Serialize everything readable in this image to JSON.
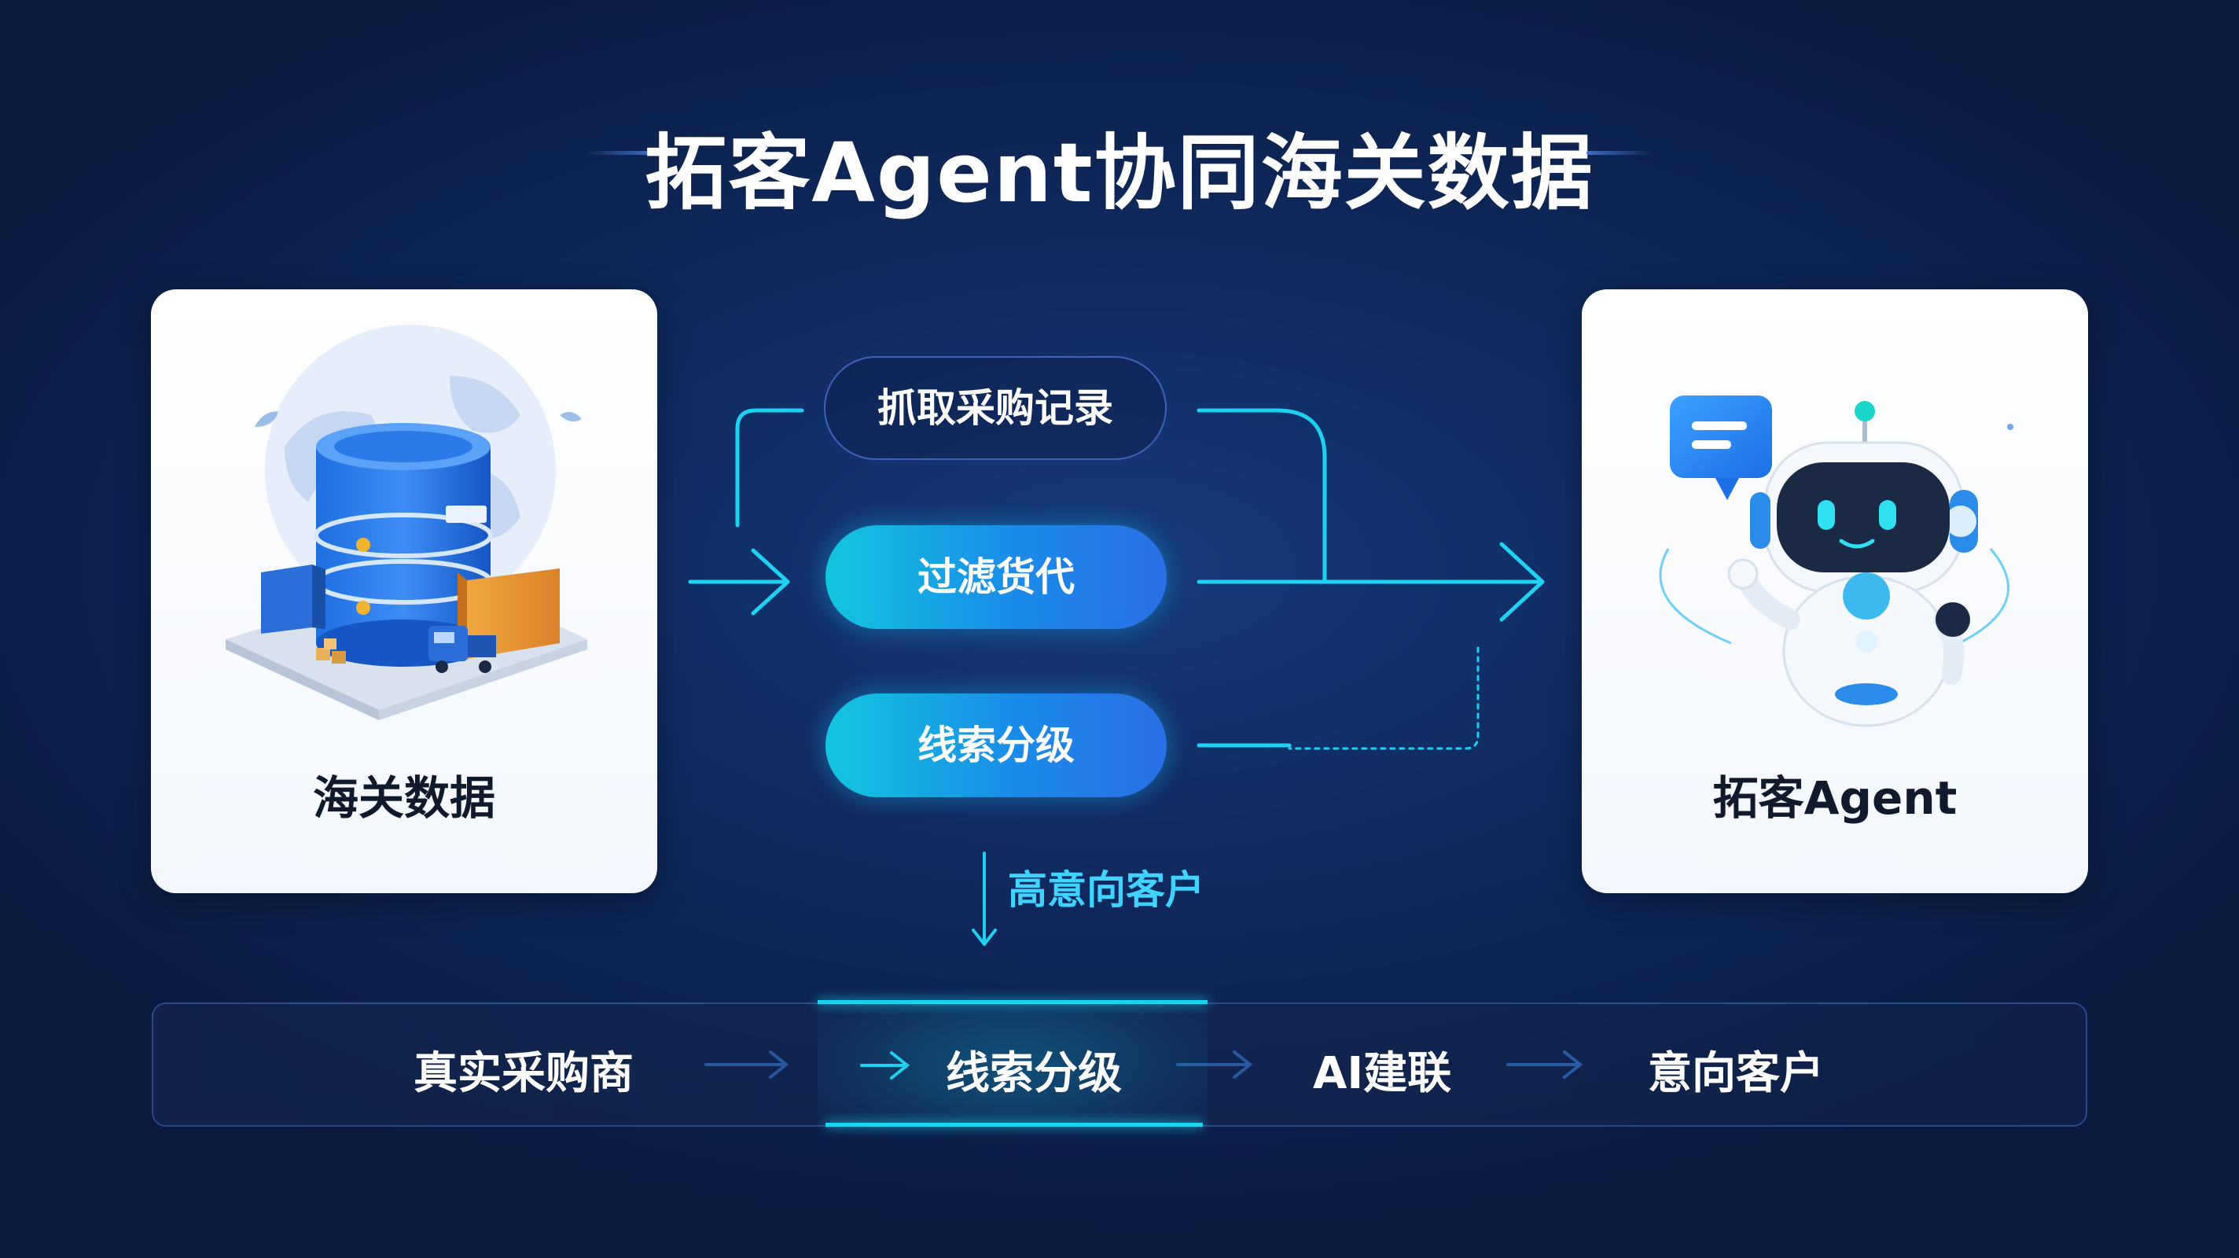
{
  "title": "拓客Agent协同海关数据",
  "left_card": {
    "label": "海关数据"
  },
  "right_card": {
    "label": "拓客Agent"
  },
  "process_steps": [
    "抓取采购记录",
    "过滤货代",
    "线索分级"
  ],
  "output_label": "高意向客户",
  "pipeline": [
    "真实采购商",
    "线索分级",
    "AI建联",
    "意向客户"
  ],
  "colors": {
    "accent": "#18d6f0",
    "pill_start": "#12c6df",
    "pill_end": "#2a6fe6",
    "background": "#0f2a5e"
  }
}
